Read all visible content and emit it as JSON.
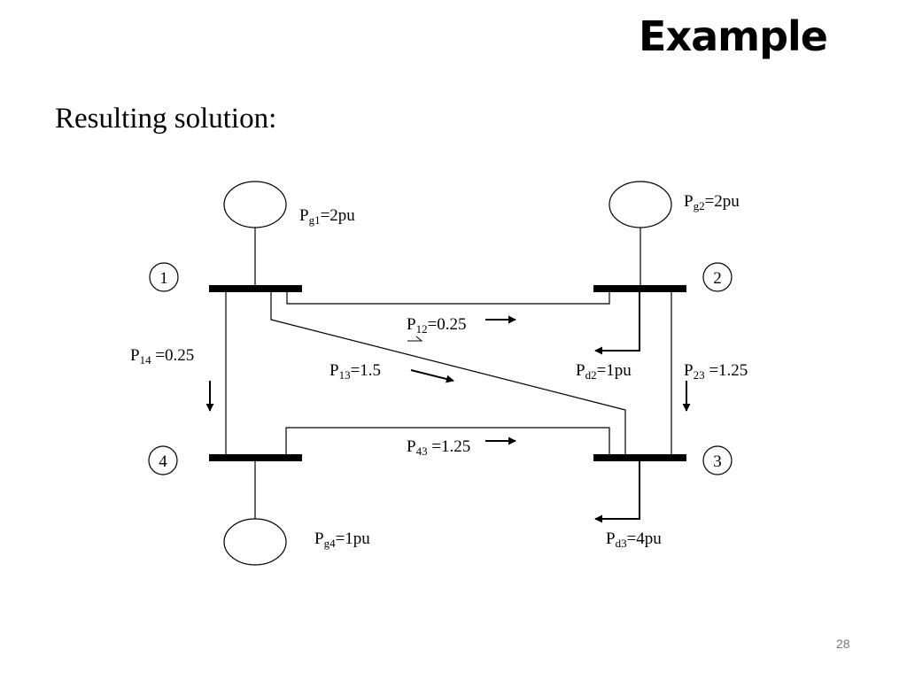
{
  "slide": {
    "title": "Example",
    "subtitle": "Resulting solution:",
    "page_number": "28"
  },
  "diagram": {
    "buses": [
      {
        "id": "1",
        "label": "1"
      },
      {
        "id": "2",
        "label": "2"
      },
      {
        "id": "3",
        "label": "3"
      },
      {
        "id": "4",
        "label": "4"
      }
    ],
    "generators": [
      {
        "bus": "1",
        "sym": "P",
        "sub": "g1",
        "rest": "=2pu"
      },
      {
        "bus": "2",
        "sym": "P",
        "sub": "g2",
        "rest": "=2pu"
      },
      {
        "bus": "4",
        "sym": "P",
        "sub": "g4",
        "rest": "=1pu"
      }
    ],
    "loads": [
      {
        "bus": "2",
        "sym": "P",
        "sub": "d2",
        "rest": "=1pu"
      },
      {
        "bus": "3",
        "sym": "P",
        "sub": "d3",
        "rest": "=4pu"
      }
    ],
    "flows": [
      {
        "line": "1-2",
        "sym": "P",
        "sub": "12",
        "rest": "=0.25"
      },
      {
        "line": "1-3",
        "sym": "P",
        "sub": "13",
        "rest": "=1.5"
      },
      {
        "line": "1-4",
        "sym": "P",
        "sub": "14",
        "rest": " =0.25"
      },
      {
        "line": "2-3",
        "sym": "P",
        "sub": "23",
        "rest": " =1.25"
      },
      {
        "line": "4-3",
        "sym": "P",
        "sub": "43",
        "rest": " =1.25"
      }
    ]
  }
}
